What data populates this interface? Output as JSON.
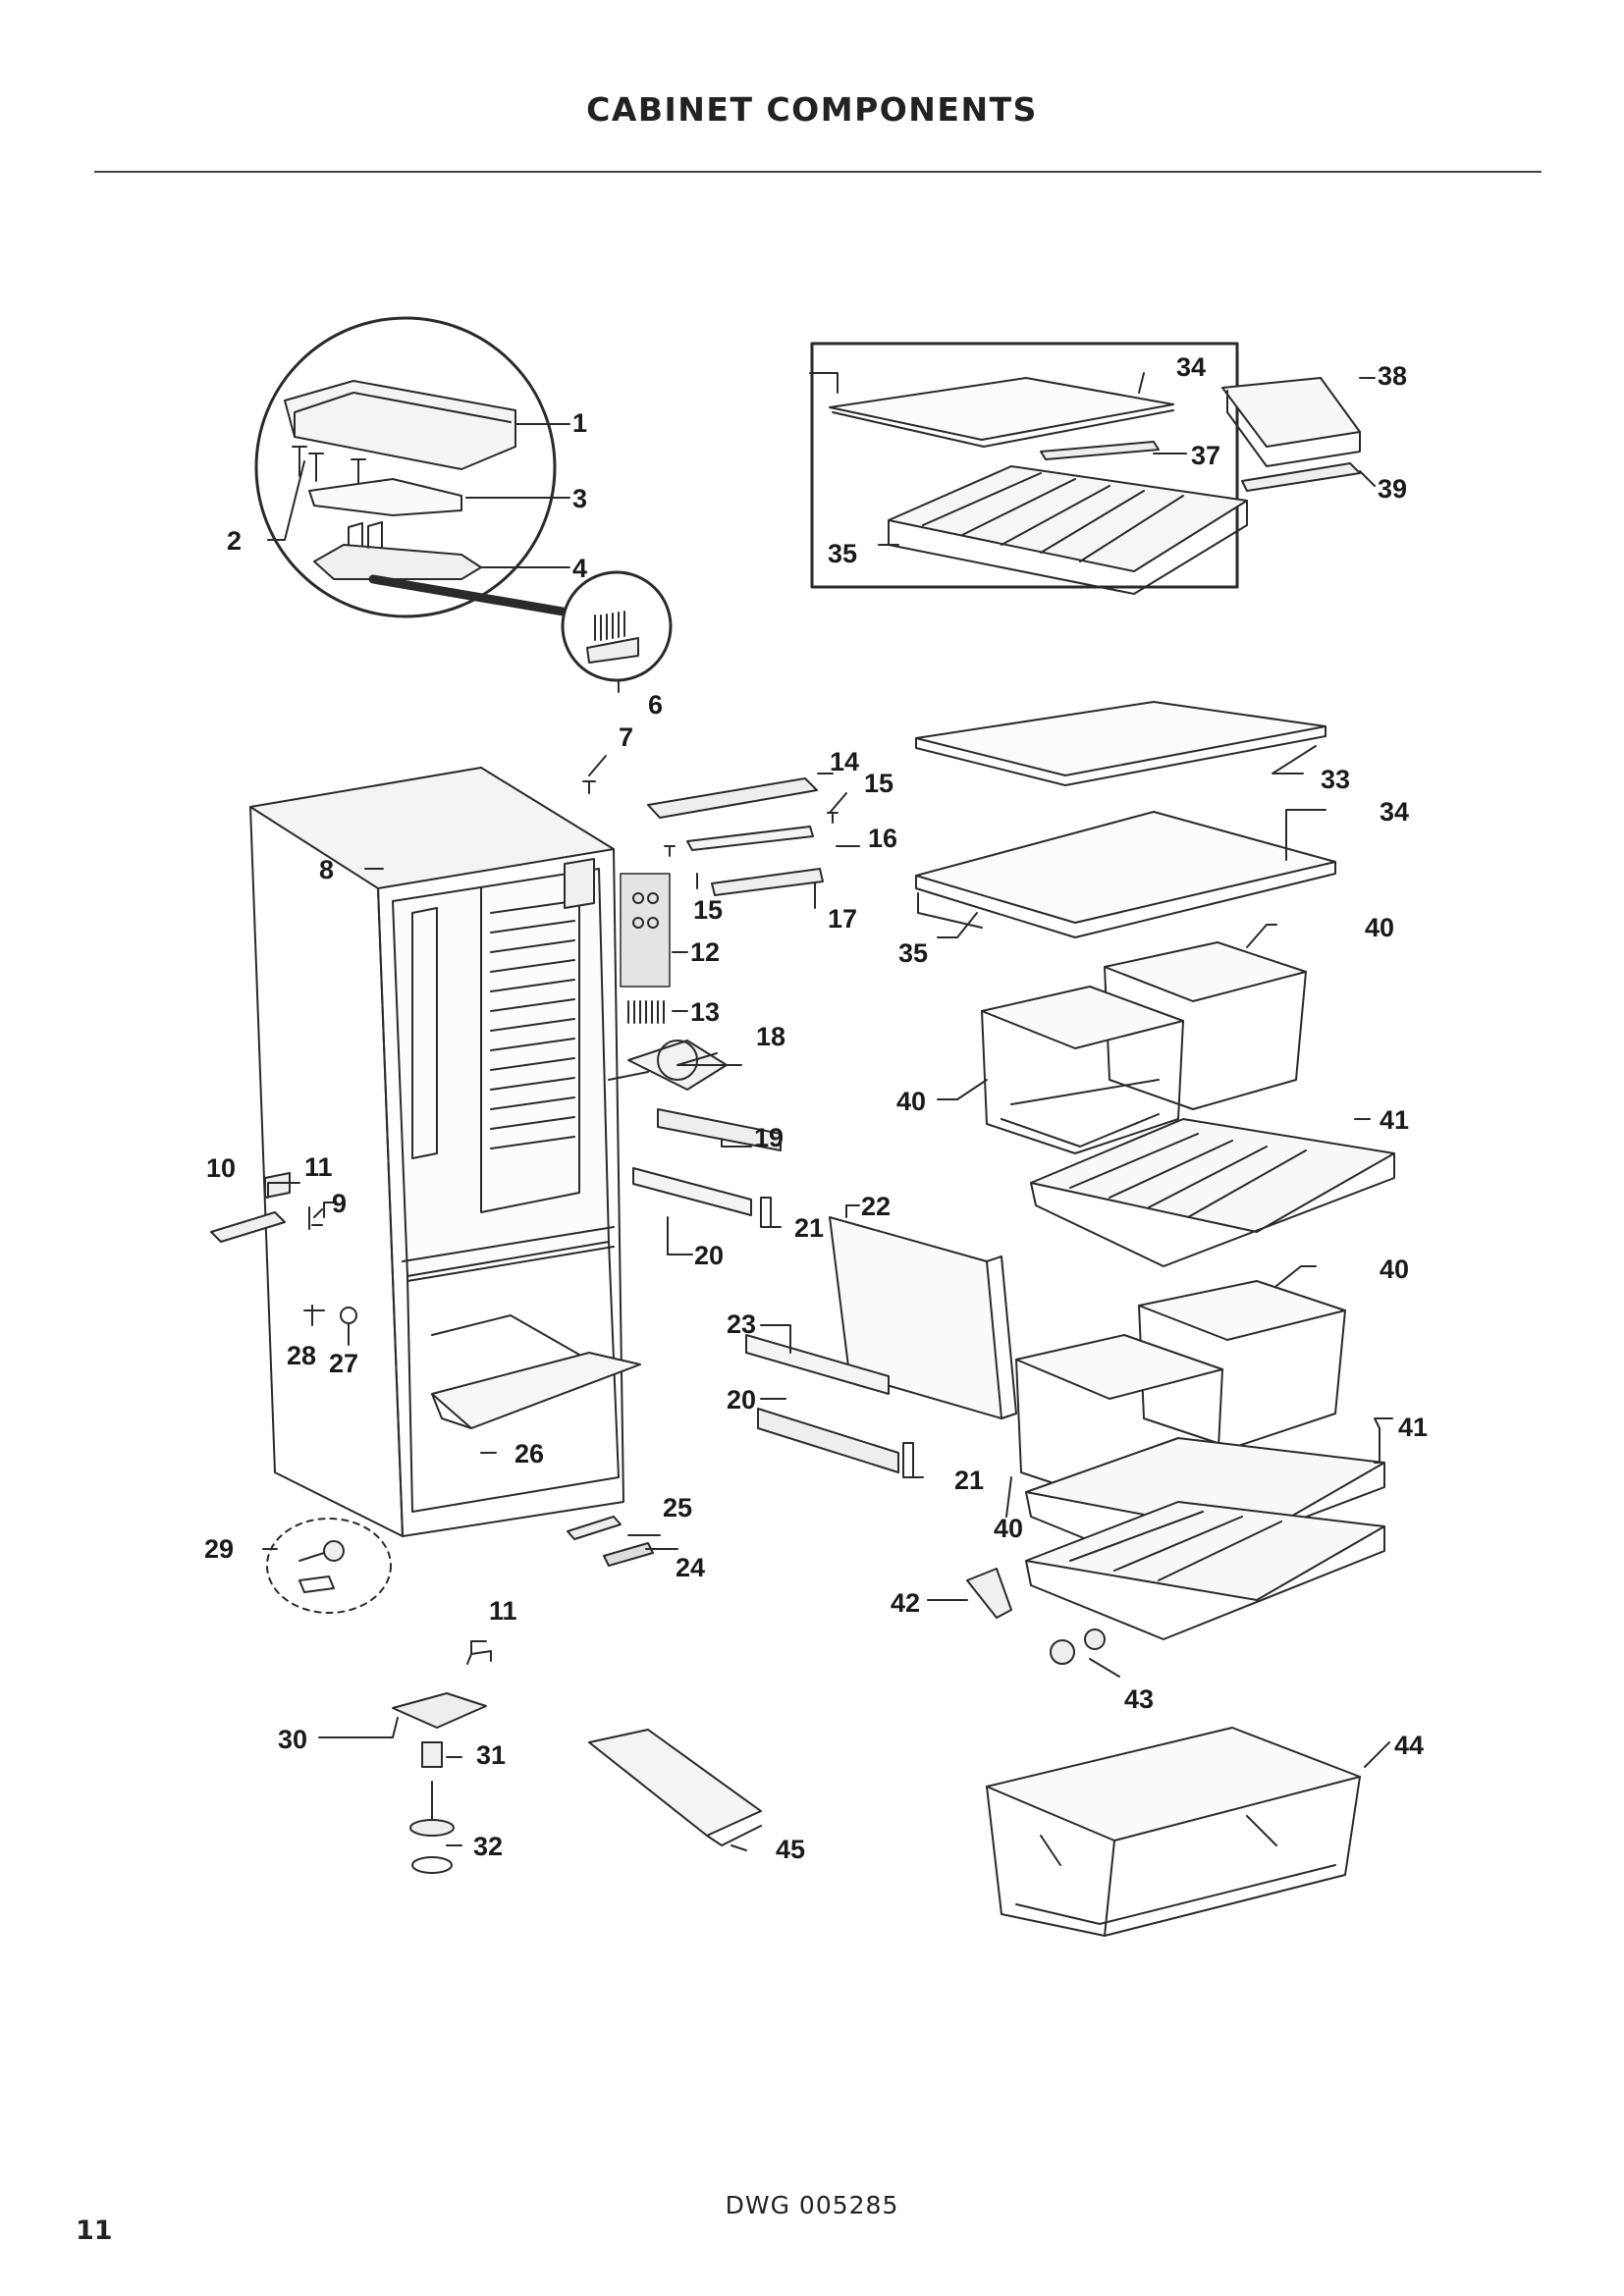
{
  "page": {
    "title": "CABINET COMPONENTS",
    "drawing_number": "DWG 005285",
    "page_number": "11"
  },
  "callouts": {
    "c1": "1",
    "c2": "2",
    "c3": "3",
    "c4": "4",
    "c6": "6",
    "c7": "7",
    "c8": "8",
    "c9": "9",
    "c10": "10",
    "c11a": "11",
    "c11b": "11",
    "c12": "12",
    "c13": "13",
    "c14": "14",
    "c15a": "15",
    "c15b": "15",
    "c16": "16",
    "c17": "17",
    "c18": "18",
    "c19": "19",
    "c20a": "20",
    "c20b": "20",
    "c21a": "21",
    "c21b": "21",
    "c22": "22",
    "c23": "23",
    "c24": "24",
    "c25": "25",
    "c26": "26",
    "c27": "27",
    "c28": "28",
    "c29": "29",
    "c30": "30",
    "c31": "31",
    "c32": "32",
    "c33": "33",
    "c34a": "34",
    "c34b": "34",
    "c35a": "35",
    "c35b": "35",
    "c37": "37",
    "c38": "38",
    "c39": "39",
    "c40a": "40",
    "c40b": "40",
    "c40c": "40",
    "c40d": "40",
    "c41a": "41",
    "c41b": "41",
    "c42": "42",
    "c43": "43",
    "c44": "44",
    "c45": "45"
  }
}
